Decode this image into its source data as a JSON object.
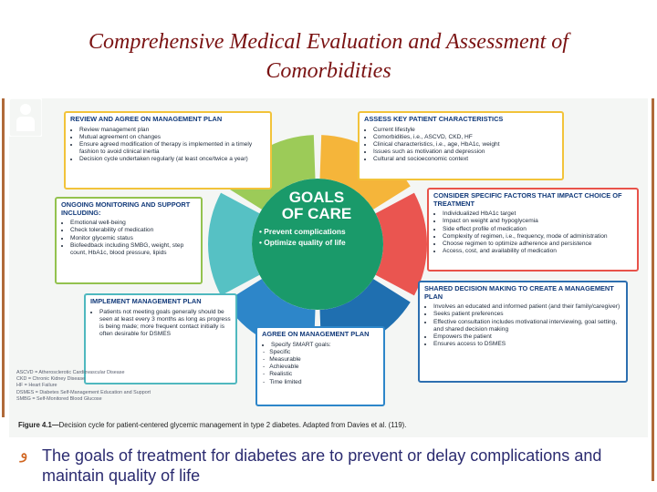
{
  "slide": {
    "title": "Comprehensive Medical Evaluation and Assessment of Comorbidities",
    "bullet_glyph": "و",
    "bullet_text": "The goals of treatment for diabetes are to prevent or delay complications and maintain quality of life"
  },
  "figure": {
    "center": {
      "title_line1": "GOALS",
      "title_line2": "OF CARE",
      "goal1": "• Prevent complications",
      "goal2": "• Optimize quality of life",
      "icon": "person-icon",
      "color": "#1a9a6a"
    },
    "segment_colors": [
      "#f5b53a",
      "#ea5550",
      "#1f6fb0",
      "#2d86c9",
      "#56c1c4",
      "#9ccb58"
    ],
    "review": {
      "heading": "REVIEW AND AGREE ON MANAGEMENT PLAN",
      "items": [
        "Review management plan",
        "Mutual agreement on changes",
        "Ensure agreed modification of therapy is implemented in a timely fashion to avoid clinical inertia",
        "Decision cycle undertaken regularly (at least once/twice a year)"
      ]
    },
    "assess": {
      "heading": "ASSESS KEY PATIENT CHARACTERISTICS",
      "items": [
        "Current lifestyle",
        "Comorbidities, i.e., ASCVD, CKD, HF",
        "Clinical characteristics, i.e., age, HbA1c, weight",
        "Issues such as motivation and depression",
        "Cultural and socioeconomic context"
      ]
    },
    "specific": {
      "heading": "CONSIDER SPECIFIC FACTORS THAT IMPACT CHOICE OF TREATMENT",
      "items": [
        "Individualized HbA1c target",
        "Impact on weight and hypoglycemia",
        "Side effect profile of medication",
        "Complexity of regimen, i.e., frequency, mode of administration",
        "Choose regimen to optimize adherence and persistence",
        "Access, cost, and availability of medication"
      ]
    },
    "monitor": {
      "heading": "ONGOING MONITORING AND SUPPORT INCLUDING:",
      "items": [
        "Emotional well-being",
        "Check tolerability of medication",
        "Monitor glycemic status",
        "Biofeedback including SMBG, weight, step count, HbA1c, blood pressure, lipids"
      ]
    },
    "implement": {
      "heading": "IMPLEMENT MANAGEMENT PLAN",
      "items": [
        "Patients not meeting goals generally should be seen at least every 3 months as long as progress is being made; more frequent contact initially is often desirable for DSMES"
      ]
    },
    "shared": {
      "heading": "SHARED DECISION MAKING TO CREATE A MANAGEMENT PLAN",
      "items": [
        "Involves an educated and informed patient (and their family/caregiver)",
        "Seeks patient preferences",
        "Effective consultation includes motivational interviewing, goal setting, and shared decision making",
        "Empowers the patient",
        "Ensures access to DSMES"
      ]
    },
    "agree": {
      "heading": "AGREE ON MANAGEMENT PLAN",
      "lead": "Specify SMART goals:",
      "items": [
        "Specific",
        "Measurable",
        "Achievable",
        "Realistic",
        "Time limited"
      ]
    },
    "abbreviations": [
      "ASCVD = Atherosclerotic Cardiovascular Disease",
      "CKD = Chronic Kidney Disease",
      "HF = Heart Failure",
      "DSMES = Diabetes Self-Management Education and Support",
      "SMBG = Self-Monitored Blood Glucose"
    ],
    "caption_label": "Figure 4.1—",
    "caption_text": "Decision cycle for patient-centered glycemic management in type 2 diabetes. Adapted from Davies et al. (119)."
  }
}
